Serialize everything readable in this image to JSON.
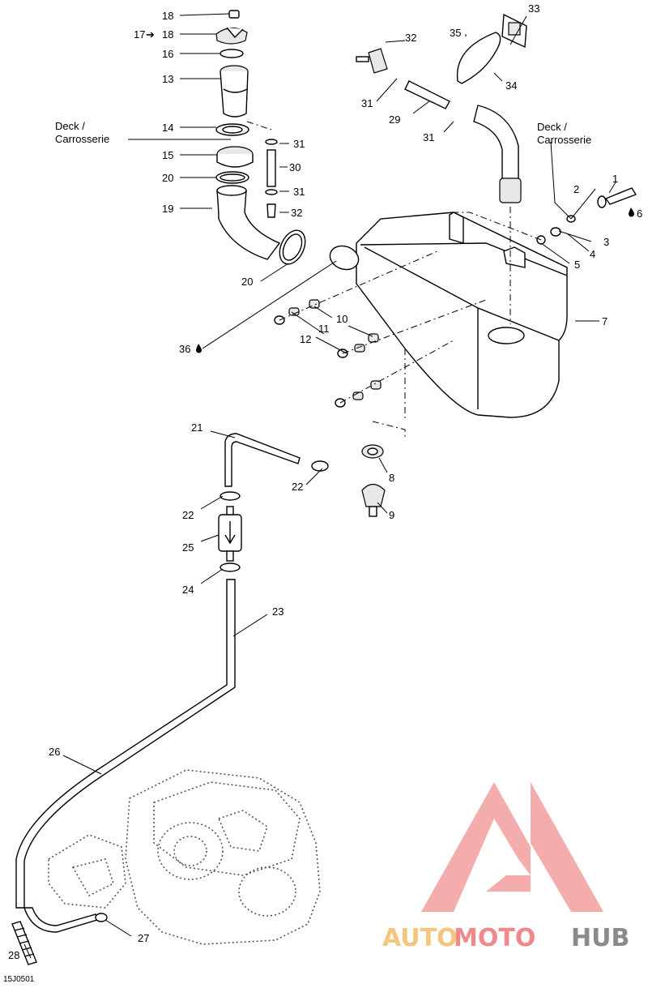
{
  "diagram_code": "15J0501",
  "deck_label_1": "Deck /",
  "deck_label_2": "Carrosserie",
  "watermark": {
    "part1": "AUTO",
    "part2": "MOTO",
    "part3": "HUB",
    "color1": "#f5c77e",
    "color2": "#f08a8a",
    "color3": "#8a8a8a"
  },
  "callouts": {
    "c1": "1",
    "c2": "2",
    "c3": "3",
    "c4": "4",
    "c5": "5",
    "c6": "6",
    "c7": "7",
    "c8": "8",
    "c9": "9",
    "c10": "10",
    "c11": "11",
    "c12": "12",
    "c13": "13",
    "c14": "14",
    "c15": "15",
    "c16": "16",
    "c17": "17",
    "c18a": "18",
    "c18b": "18",
    "c19": "19",
    "c20a": "20",
    "c20b": "20",
    "c21": "21",
    "c22a": "22",
    "c22b": "22",
    "c23": "23",
    "c24": "24",
    "c25": "25",
    "c26": "26",
    "c27": "27",
    "c28": "28",
    "c29": "29",
    "c30": "30",
    "c31a": "31",
    "c31b": "31",
    "c31c": "31",
    "c31d": "31",
    "c32a": "32",
    "c32b": "32",
    "c33": "33",
    "c34": "34",
    "c35": "35",
    "c36": "36"
  }
}
